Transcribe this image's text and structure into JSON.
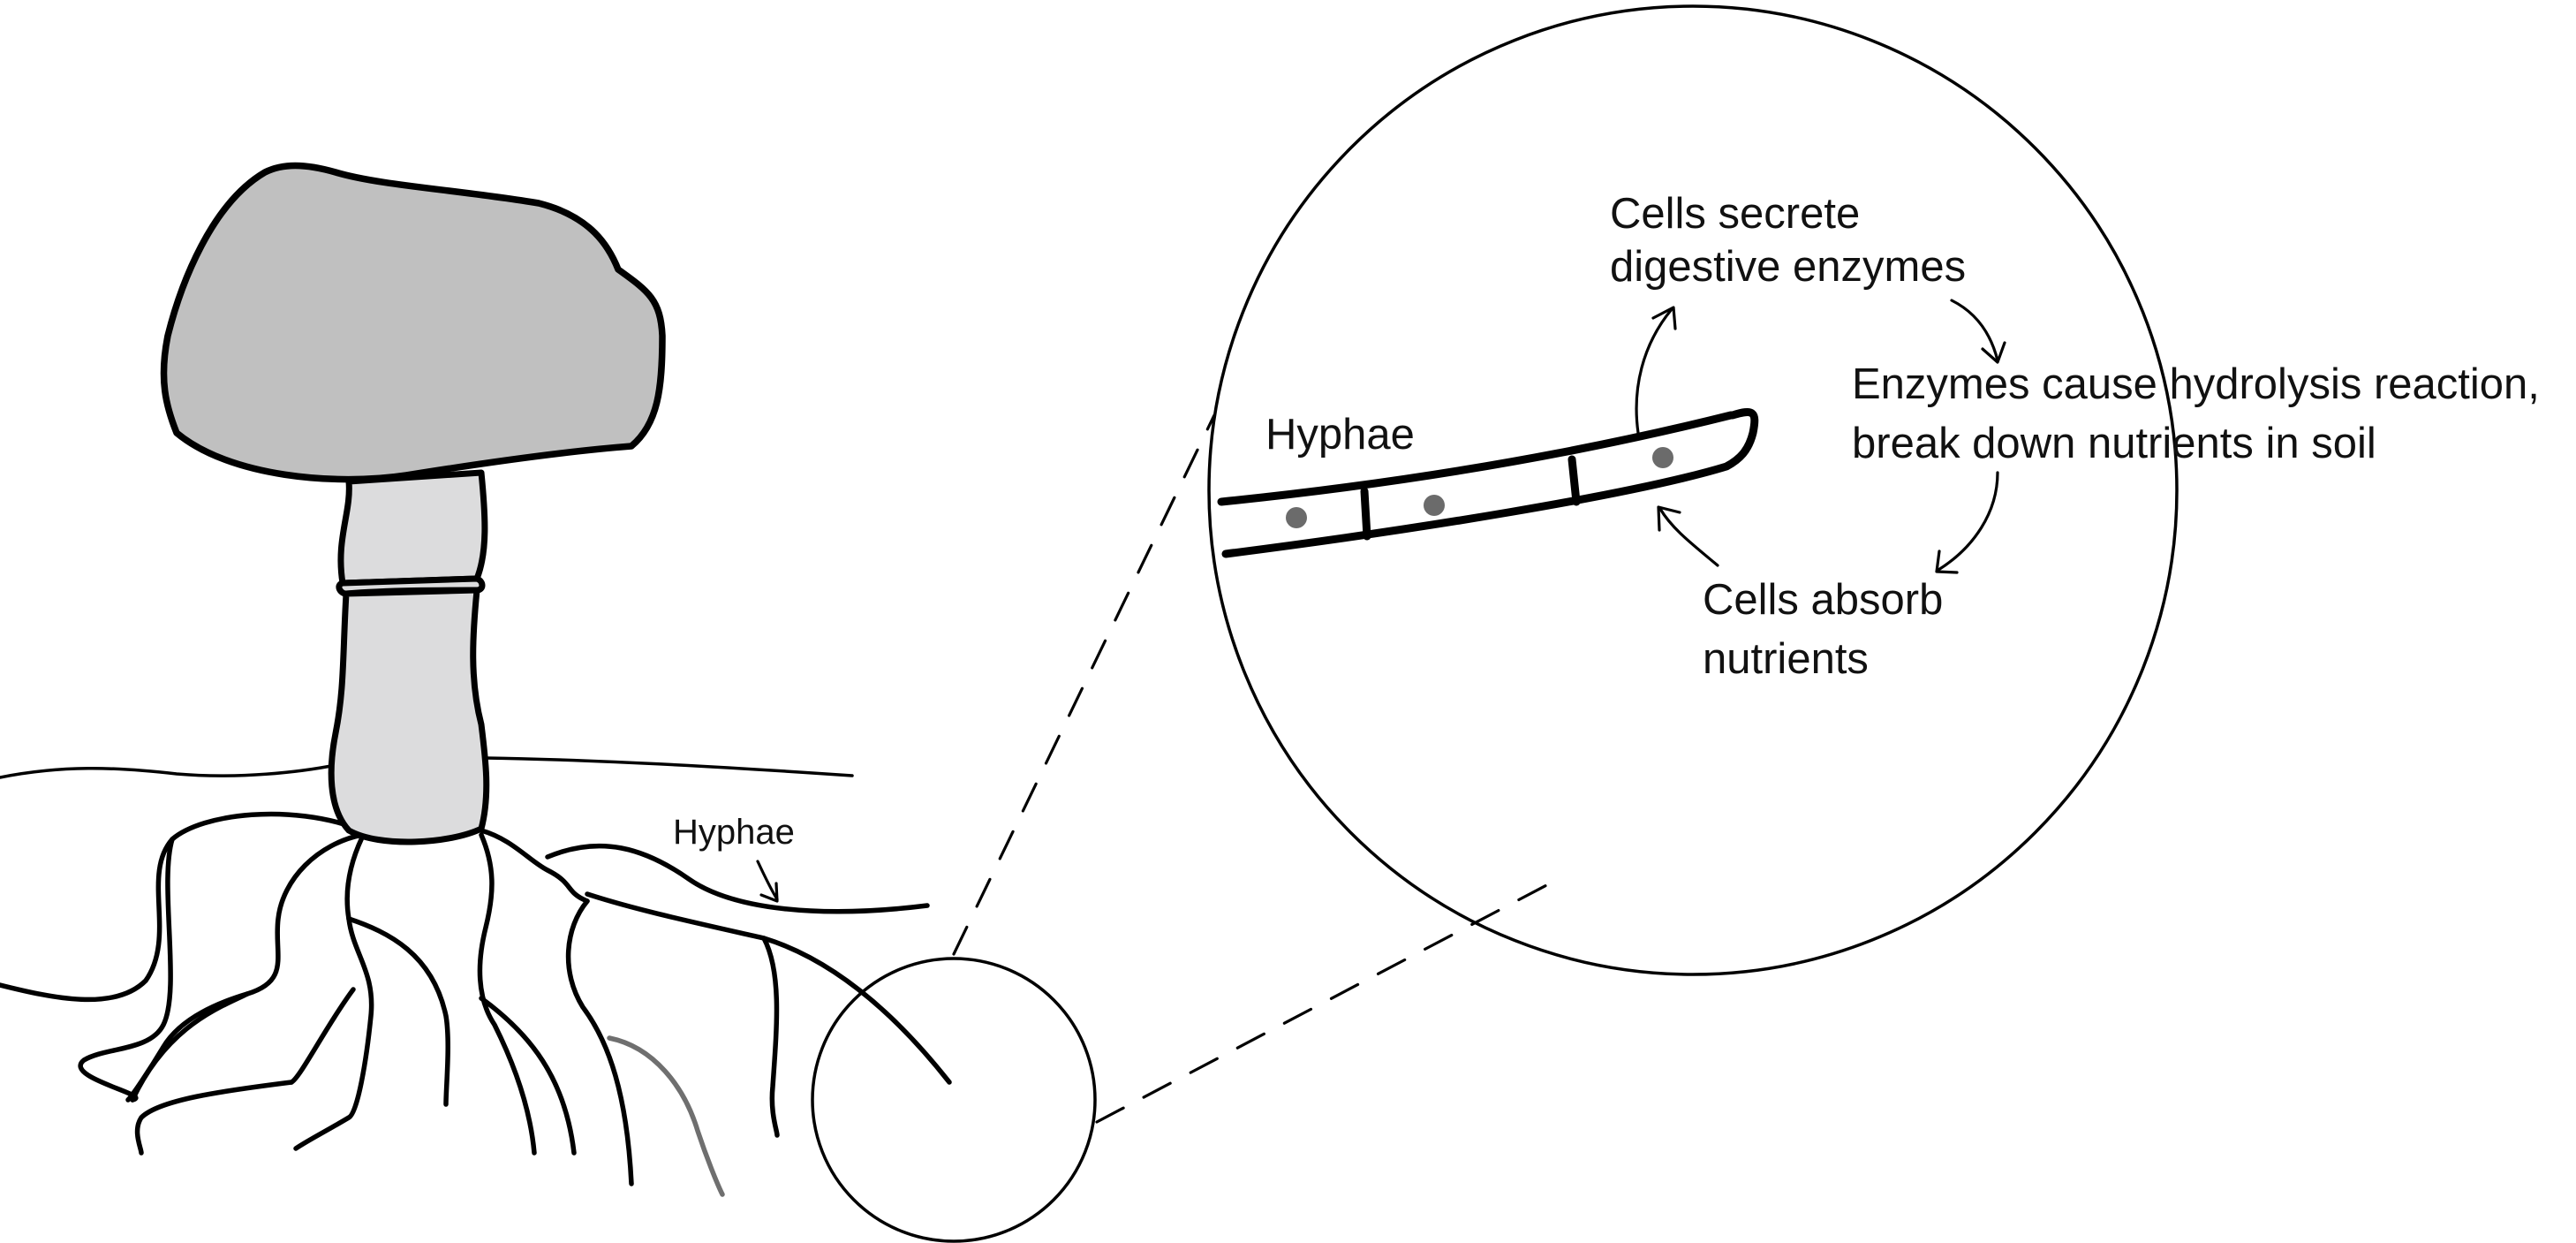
{
  "labels": {
    "soil_hyphae": "Hyphae",
    "zoom_hyphae": "Hyphae",
    "secrete_line1": "Cells secrete",
    "secrete_line2": "digestive enzymes",
    "enzymes_line1": "Enzymes cause hydrolysis reaction,",
    "enzymes_line2": "break down nutrients in soil",
    "absorb_line1": "Cells absorb",
    "absorb_line2": "nutrients"
  },
  "colors": {
    "cap_fill": "#c0c0c0",
    "stalk_fill": "#dcdcdd",
    "outline": "#000000",
    "highlighted_hypha": "#6f6f6f",
    "nucleus": "#6b6b6b",
    "background": "#ffffff"
  }
}
